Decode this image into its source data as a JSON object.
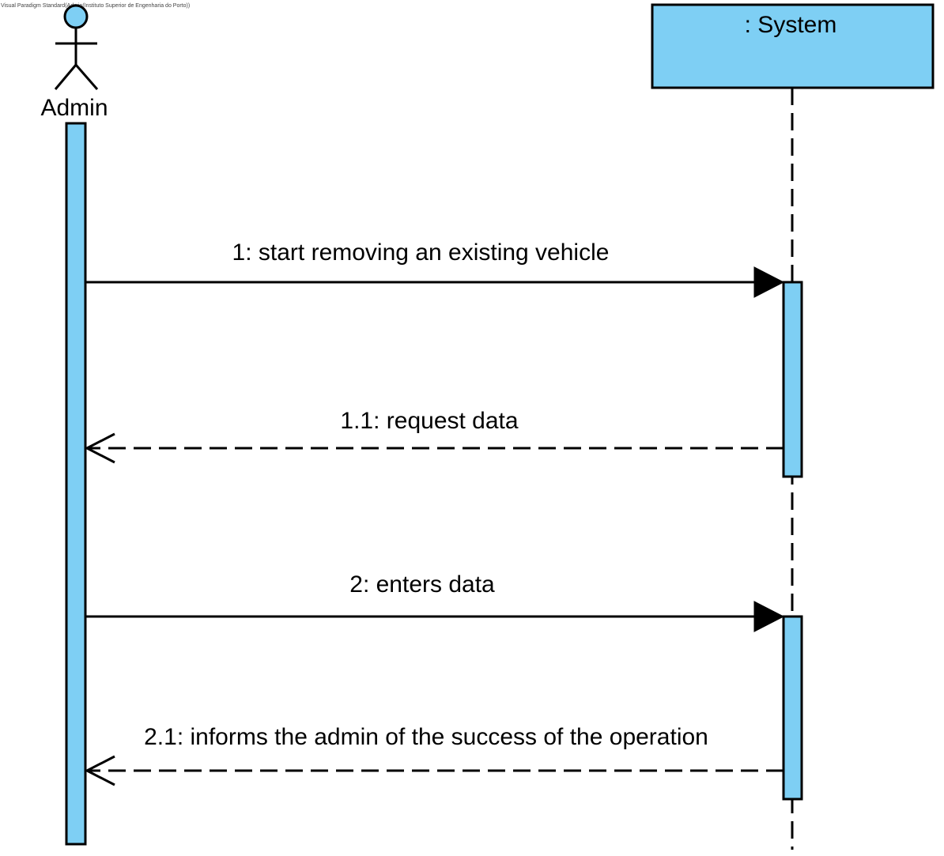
{
  "watermark": "Visual Paradigm Standard(Admin(Instituto Superior de Engenharia do Porto))",
  "actor": {
    "name": "Admin"
  },
  "lifeline": {
    "name": ": System"
  },
  "colors": {
    "fill": "#7ecff4",
    "stroke": "#000000",
    "background": "#ffffff"
  },
  "messages": [
    {
      "id": "m1",
      "label": "1: start removing an existing vehicle",
      "type": "sync",
      "direction": "to-system"
    },
    {
      "id": "m1_1",
      "label": "1.1: request data",
      "type": "return",
      "direction": "to-actor"
    },
    {
      "id": "m2",
      "label": "2: enters data",
      "type": "sync",
      "direction": "to-system"
    },
    {
      "id": "m2_1",
      "label": "2.1: informs the admin of the success of the operation",
      "type": "return",
      "direction": "to-actor"
    }
  ]
}
